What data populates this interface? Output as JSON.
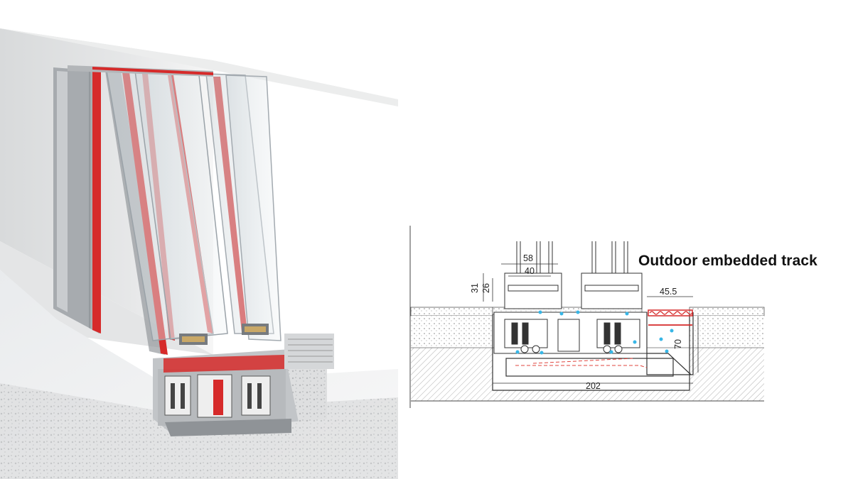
{
  "heading": "Outdoor embedded track",
  "dimensions": {
    "glass_width_outer": "58",
    "glass_width_inner": "40",
    "frame_height_outer": "31",
    "frame_height_inner": "26",
    "gutter_width": "45.5",
    "gutter_depth": "70",
    "total_width": "202"
  },
  "colors": {
    "accent_red": "#d62a2a",
    "water_drop": "#38b6e6",
    "aluminium": "#b9bcc0",
    "line": "#333333"
  }
}
